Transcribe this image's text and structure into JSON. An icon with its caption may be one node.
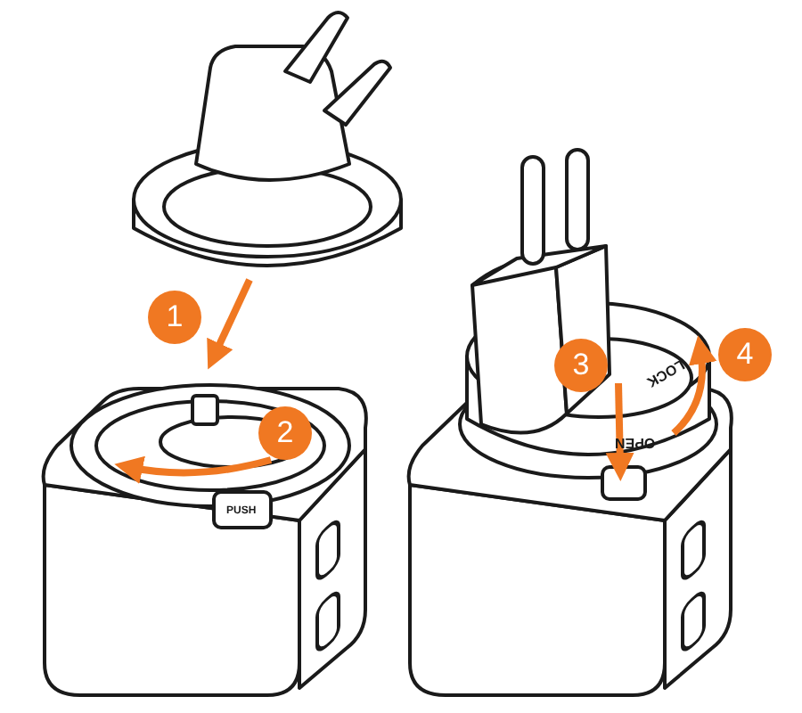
{
  "diagram": {
    "labels": [
      "1",
      "2",
      "PUSH",
      "3",
      "4",
      "LOCK",
      "OPEN"
    ]
  }
}
